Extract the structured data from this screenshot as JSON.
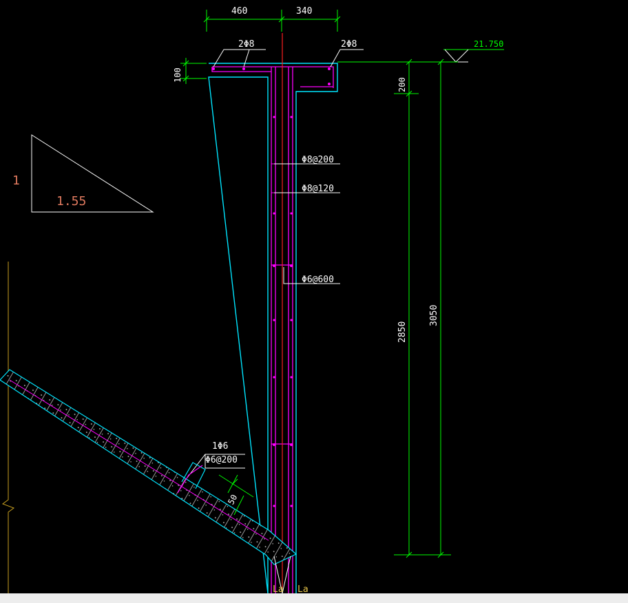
{
  "colors": {
    "background": "#000000",
    "dimension": "#00ff00",
    "outline": "#00e5ff",
    "rebar": "#ff00ff",
    "centerline": "#ff2020",
    "annotation": "#ffffff",
    "slope_text": "#e07a5f",
    "anchorage_text": "#e6c44a",
    "ground_line": "#c8a020"
  },
  "dimensions": {
    "top_left_width": "460",
    "top_right_width": "340",
    "flange_thickness": "100",
    "slab_thickness": "50",
    "level_height_200": "200",
    "clear_height": "2850",
    "total_height": "3050"
  },
  "level_mark": "21.750",
  "rebar_labels": {
    "top_left": "2Φ8",
    "top_right": "2Φ8",
    "stirrup_1": "Φ8@200",
    "stirrup_2": "Φ8@120",
    "tie": "Φ6@600",
    "slab_bar_1": "1Φ6",
    "slab_bar_2": "Φ6@200"
  },
  "slope": {
    "rise": "1",
    "run": "1.55"
  },
  "anchorage": {
    "left": "La",
    "right": "La"
  }
}
